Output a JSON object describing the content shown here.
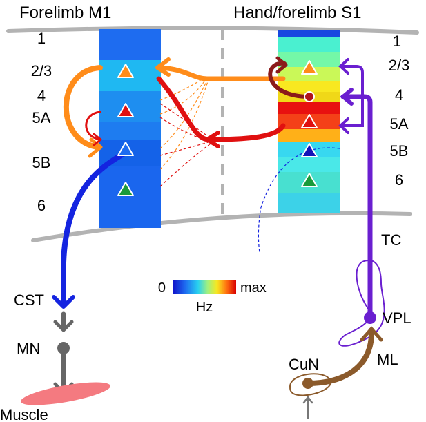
{
  "regions": {
    "m1_title": "Forelimb M1",
    "s1_title": "Hand/forelimb S1"
  },
  "layers_left": [
    "1",
    "2/3",
    "4",
    "5A",
    "5B",
    "6"
  ],
  "layers_right": [
    "1",
    "2/3",
    "4",
    "5A",
    "5B",
    "6"
  ],
  "pathway_labels": {
    "tc": "TC",
    "cst": "CST",
    "mn": "MN",
    "muscle": "Muscle",
    "vpl": "VPL",
    "cun": "CuN",
    "ml": "ML"
  },
  "colorbar": {
    "min_label": "0",
    "max_label": "max",
    "unit": "Hz"
  },
  "colors": {
    "m1_column": "#1e6cf0",
    "orange_path": "#ff8c1a",
    "red_path": "#e01010",
    "dark_red_path": "#8b1a1a",
    "purple_path": "#6a1fd0",
    "blue_path": "#1424e0",
    "gray_path": "#666666",
    "brown_path": "#8b5a2b",
    "muscle": "#f47a80",
    "cortex_boundary": "#b3b3b3"
  },
  "neurons": {
    "m1": [
      "orange",
      "red",
      "white",
      "green"
    ],
    "s1": [
      "orange",
      "red-circle",
      "red",
      "blue",
      "green"
    ]
  }
}
